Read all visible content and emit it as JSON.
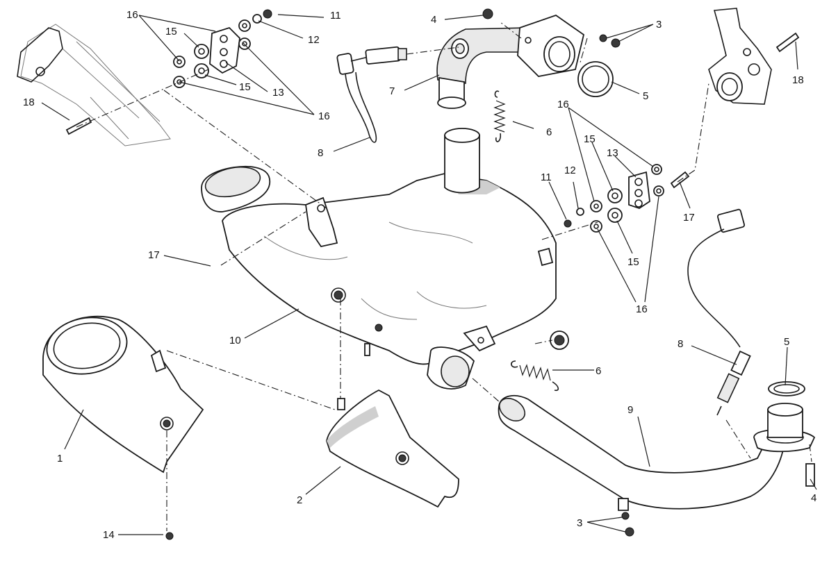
{
  "diagram": {
    "type": "exploded-parts",
    "callouts": [
      {
        "id": "c16a",
        "label": "16"
      },
      {
        "id": "c11a",
        "label": "11"
      },
      {
        "id": "c12a",
        "label": "12"
      },
      {
        "id": "c15a",
        "label": "15"
      },
      {
        "id": "c15b",
        "label": "15"
      },
      {
        "id": "c13a",
        "label": "13"
      },
      {
        "id": "c16b",
        "label": "16"
      },
      {
        "id": "c18a",
        "label": "18"
      },
      {
        "id": "c4a",
        "label": "4"
      },
      {
        "id": "c7",
        "label": "7"
      },
      {
        "id": "c8a",
        "label": "8"
      },
      {
        "id": "c3a",
        "label": "3"
      },
      {
        "id": "c5a",
        "label": "5"
      },
      {
        "id": "c6a",
        "label": "6"
      },
      {
        "id": "c18b",
        "label": "18"
      },
      {
        "id": "c16c",
        "label": "16"
      },
      {
        "id": "c15c",
        "label": "15"
      },
      {
        "id": "c13b",
        "label": "13"
      },
      {
        "id": "c11b",
        "label": "11"
      },
      {
        "id": "c12b",
        "label": "12"
      },
      {
        "id": "c17b",
        "label": "17"
      },
      {
        "id": "c15d",
        "label": "15"
      },
      {
        "id": "c16d",
        "label": "16"
      },
      {
        "id": "c17a",
        "label": "17"
      },
      {
        "id": "c10",
        "label": "10"
      },
      {
        "id": "c6b",
        "label": "6"
      },
      {
        "id": "c8b",
        "label": "8"
      },
      {
        "id": "c5b",
        "label": "5"
      },
      {
        "id": "c9",
        "label": "9"
      },
      {
        "id": "c4b",
        "label": "4"
      },
      {
        "id": "c1",
        "label": "1"
      },
      {
        "id": "c2",
        "label": "2"
      },
      {
        "id": "c14",
        "label": "14"
      },
      {
        "id": "c3b",
        "label": "3"
      }
    ]
  }
}
